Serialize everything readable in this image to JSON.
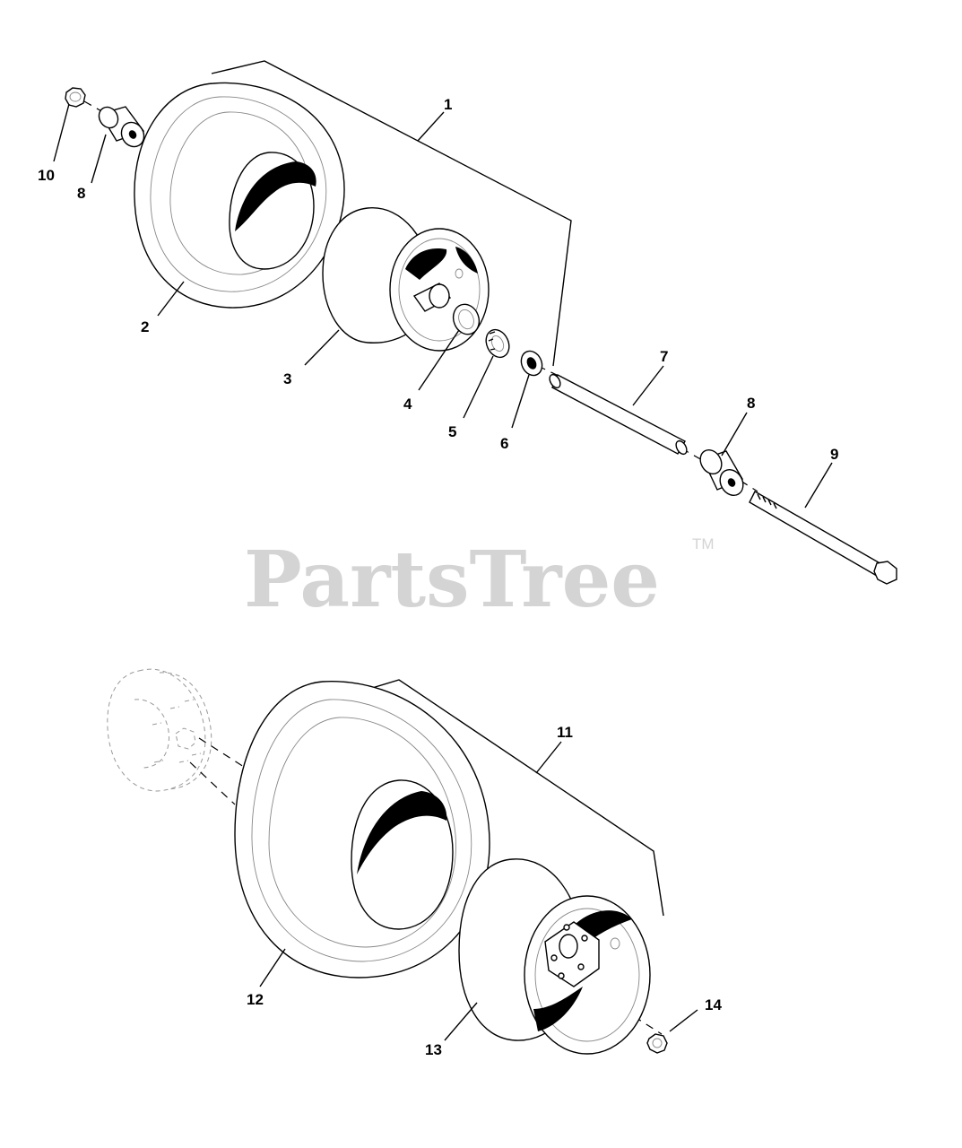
{
  "watermark": {
    "brand": "PartsTree",
    "trademark": "TM"
  },
  "callouts": [
    "1",
    "2",
    "3",
    "4",
    "5",
    "6",
    "7",
    "8",
    "8",
    "9",
    "10",
    "11",
    "12",
    "13",
    "14"
  ]
}
